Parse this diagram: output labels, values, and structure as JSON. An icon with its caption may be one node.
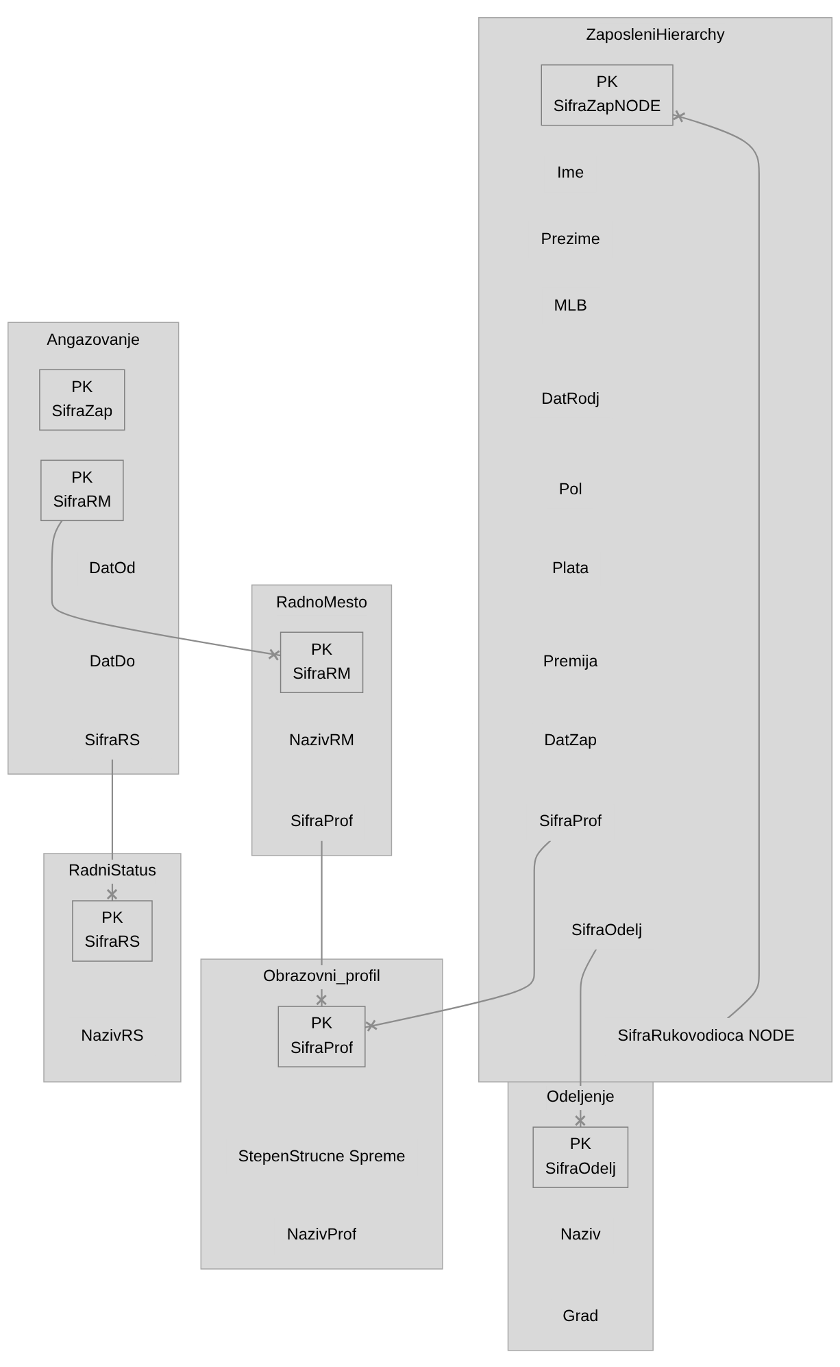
{
  "diagram": {
    "nodes": [
      {
        "text": [
          "ZaposleniHierarchy"
        ]
      },
      {
        "text": [
          "PK",
          "SifraZapNODE"
        ],
        "in": 0
      },
      {
        "text": [
          "Ime"
        ],
        "in": 0
      },
      {
        "text": [
          "Prezime"
        ],
        "in": 0
      },
      {
        "text": [
          "MLB"
        ],
        "in": 0
      },
      {
        "text": [
          "DatRodj"
        ],
        "in": 0
      },
      {
        "text": [
          "Pol"
        ],
        "in": 0
      },
      {
        "text": [
          "Plata"
        ],
        "in": 0
      },
      {
        "text": [
          "Premija"
        ],
        "in": 0
      },
      {
        "text": [
          "DatZap"
        ],
        "in": 0
      },
      {
        "text": [
          "SifraProf"
        ],
        "in": 0
      },
      {
        "text": [
          "SifraOdelj"
        ],
        "in": 0
      },
      {
        "text": [
          "SifraRukovodioca NODE"
        ],
        "in": 0
      },
      {
        "text": [
          "Obrazovni_profil"
        ]
      },
      {
        "text": [
          "PK",
          "SifraProf"
        ],
        "in": 13
      },
      {
        "text": [
          "StepenStrucne Spreme"
        ],
        "in": 13
      },
      {
        "text": [
          "NazivProf"
        ],
        "in": 13
      },
      {
        "text": [
          "Odeljenje"
        ]
      },
      {
        "text": [
          "PK",
          "SifraOdelj"
        ],
        "in": 17
      },
      {
        "text": [
          "Naziv"
        ],
        "in": 17
      },
      {
        "text": [
          "Grad"
        ],
        "in": 17
      },
      {
        "text": [
          "RadnoMesto"
        ]
      },
      {
        "text": [
          "PK",
          "SifraRM"
        ],
        "in": 21
      },
      {
        "text": [
          "NazivRM"
        ],
        "in": 21
      },
      {
        "text": [
          "SifraProf"
        ],
        "in": 21
      },
      {
        "text": [
          "Angazovanje"
        ]
      },
      {
        "text": [
          "PK",
          "SifraZap"
        ],
        "in": 25
      },
      {
        "text": [
          "PK",
          "SifraRM"
        ],
        "in": 25
      },
      {
        "text": [
          "DatOd"
        ],
        "in": 25
      },
      {
        "text": [
          "DatDo"
        ],
        "in": 25
      },
      {
        "text": [
          "SifraRS"
        ],
        "in": 25
      },
      {
        "text": [
          "RadniStatus"
        ]
      },
      {
        "text": [
          "PK",
          "SifraRS"
        ],
        "in": 31
      },
      {
        "text": [
          "NazivRS"
        ],
        "in": 31
      }
    ],
    "edges": [
      {
        "from": 12,
        "to": 1,
        "arrow": "other"
      },
      {
        "from": 10,
        "to": 14,
        "arrow": "other"
      },
      {
        "from": 11,
        "to": 18,
        "arrow": "other"
      },
      {
        "from": 24,
        "to": 14,
        "arrow": "other"
      },
      {
        "from": 27,
        "to": 22,
        "arrow": "other"
      },
      {
        "from": 30,
        "to": 32,
        "arrow": "other"
      }
    ]
  }
}
